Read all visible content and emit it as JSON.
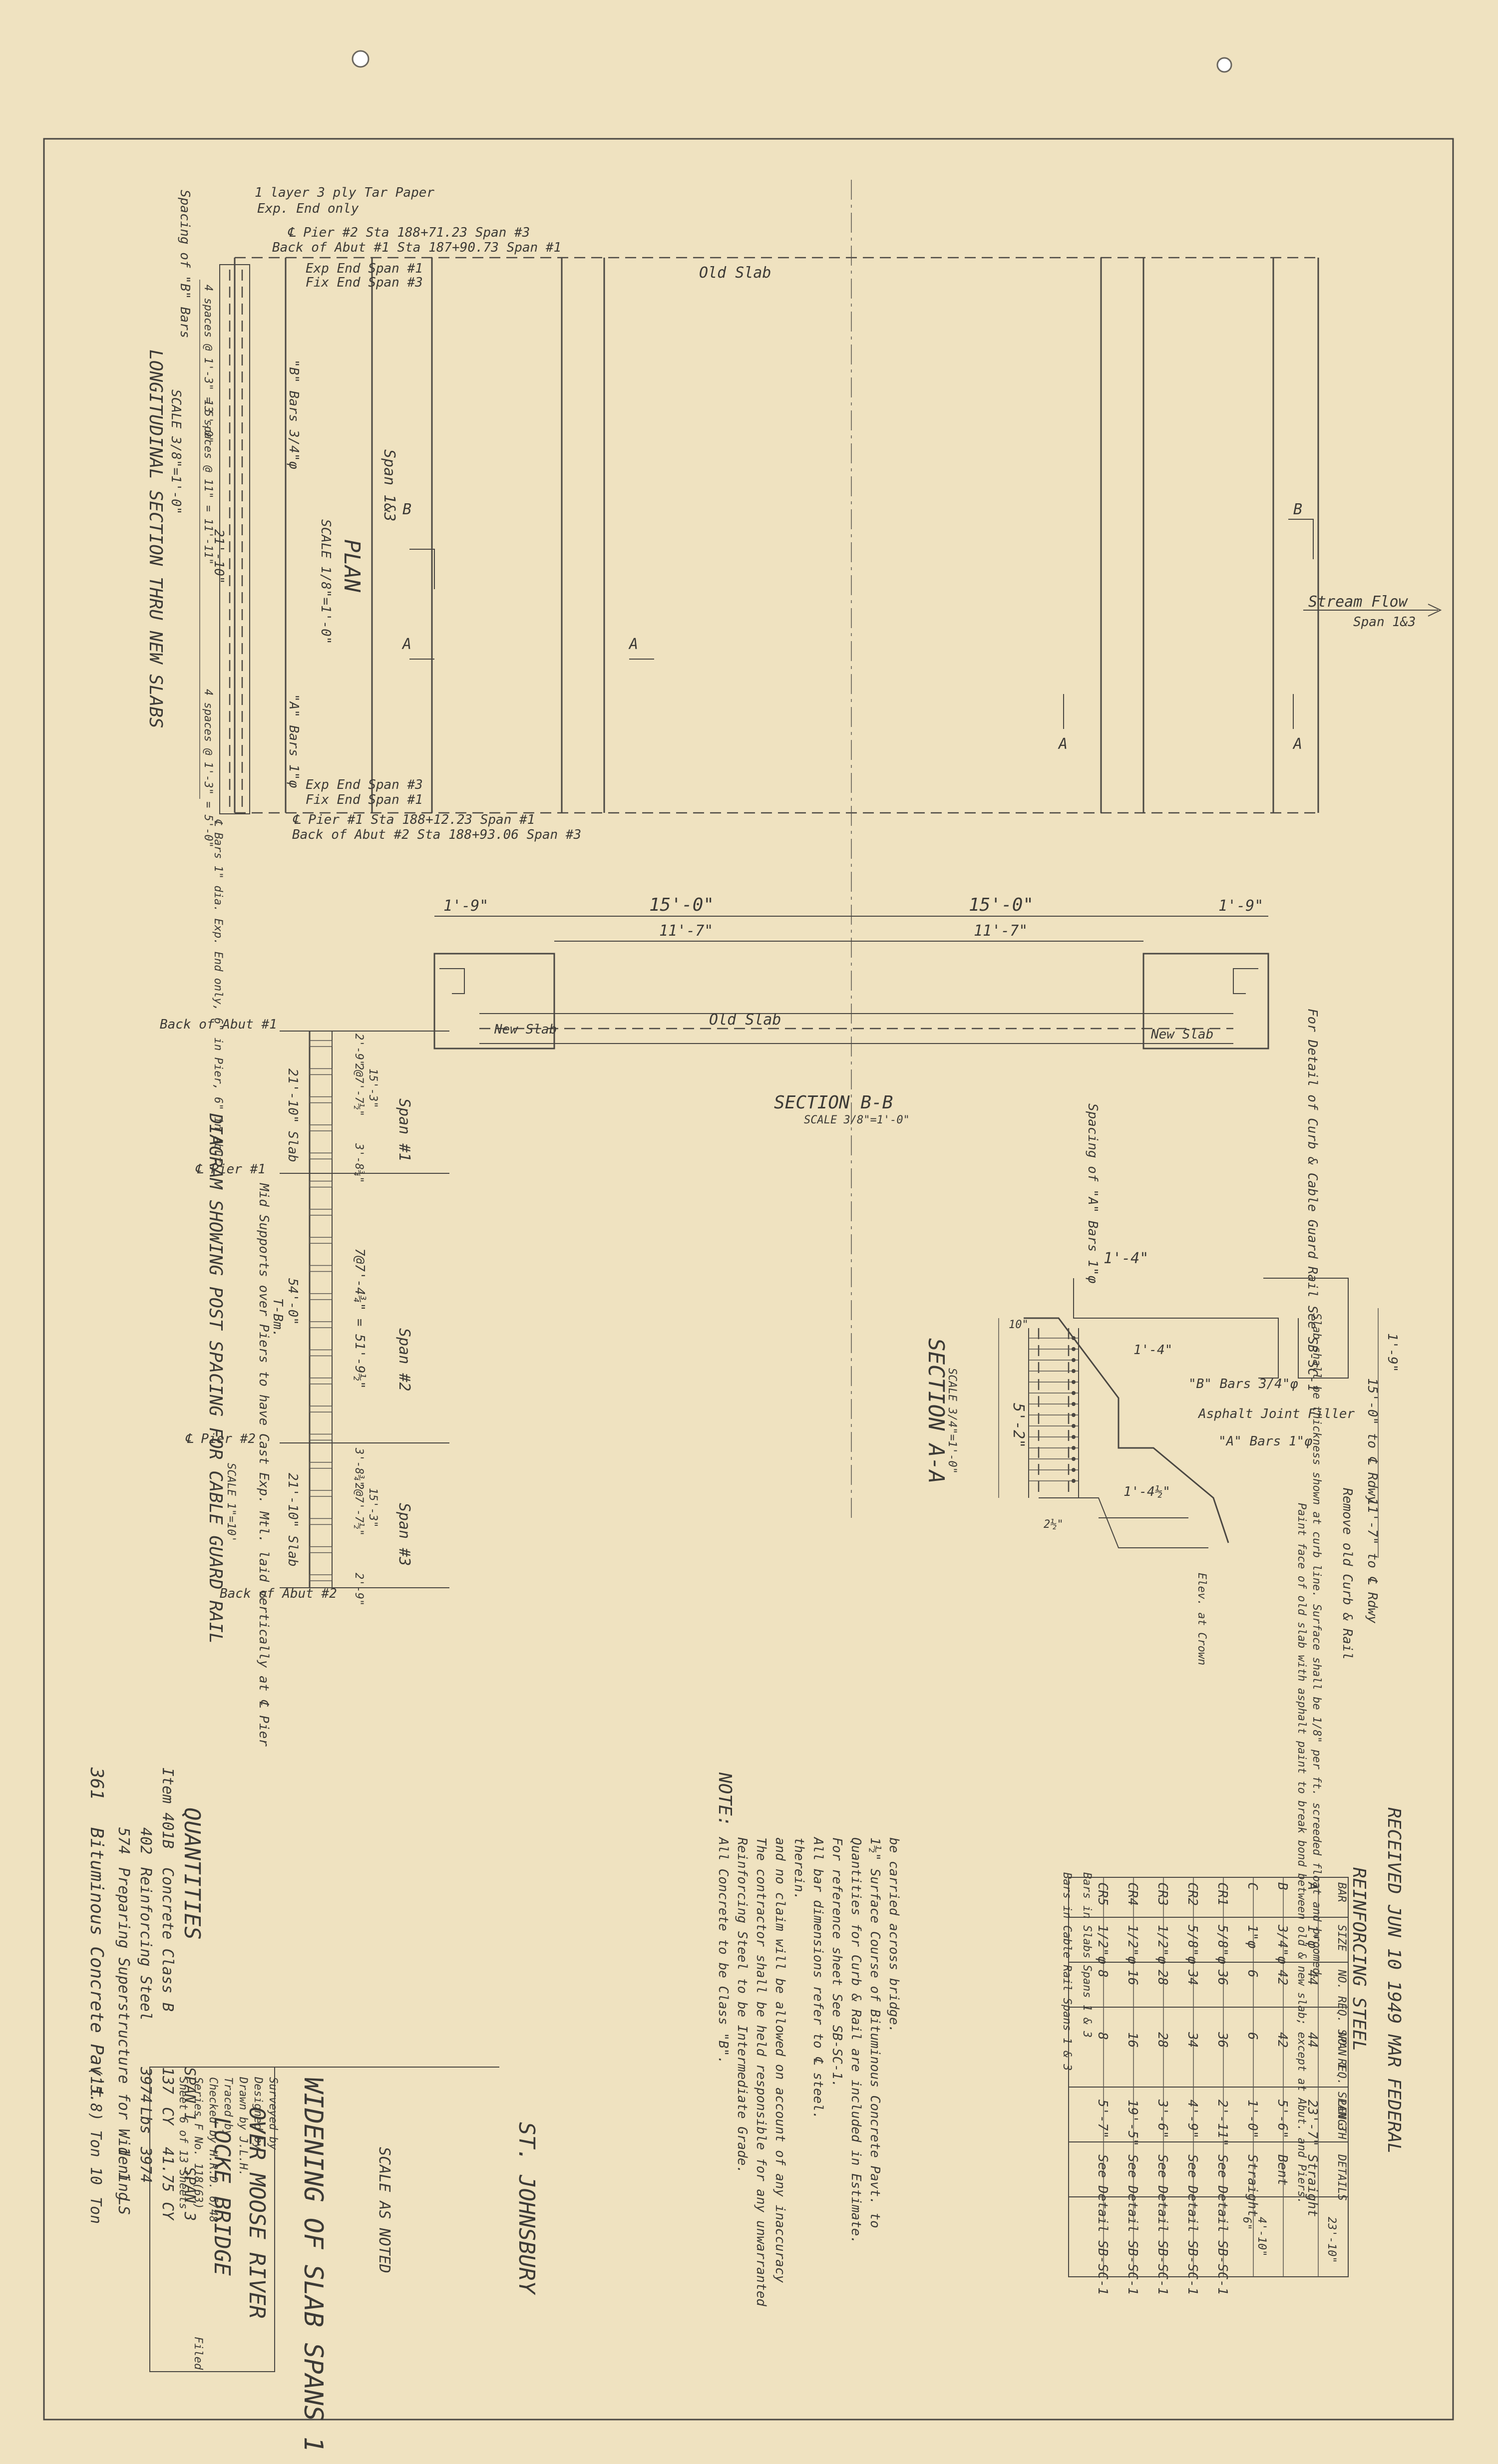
{
  "stamp": "RECEIVED JUN 10 1949 MAR FEDERAL",
  "plan": {
    "title": "PLAN",
    "scale": "SCALE 1/8\"=1'-0\"",
    "old_slab": "Old Slab",
    "stream_flow": "Stream Flow",
    "span_13": "Span 1&3",
    "span_13_b": "Span 1&3",
    "exp_end_span1": "Exp End Span #1",
    "fix_end_span3": "Fix End Span #3",
    "exp_end_span3": "Exp End Span #3",
    "fix_end_span1": "Fix End Span #1",
    "pier2_top": "℄ Pier #2 Sta 188+71.23 Span #3",
    "abut1_top": "Back of Abut #1 Sta 187+90.73 Span #1",
    "pier1_bot": "℄ Pier #1 Sta 188+12.23 Span #1",
    "abut2_bot": "Back of Abut #2 Sta 188+93.06 Span #3",
    "cut_b": "B",
    "cut_a": "A"
  },
  "long_section": {
    "title": "LONGITUDINAL SECTION THRU NEW SLABS",
    "scale": "SCALE 3/8\"=1'-0\"",
    "tar_paper": "1 layer 3 ply Tar Paper",
    "exp_end_only": "Exp. End only",
    "spacing_b": "Spacing of \"B\" Bars",
    "spaces_1": "4 spaces @ 1'-3\" = 5'-0\"",
    "spaces_2": "13 spaces @ 11\" = 11'-11\"",
    "spaces_3": "4 spaces @ 1'-3\" = 5'-0\"",
    "length": "21'-10\"",
    "b_bars": "\"B\" Bars 3/4\"φ",
    "a_bars": "\"A\" Bars 1\"φ",
    "bot_note": "℄ Bars 1\" dia. Exp. End only, 6\" in Pier, 6\" in Abut"
  },
  "section_bb": {
    "title": "SECTION B-B",
    "scale": "SCALE 3/8\"=1'-0\"",
    "dim_left": "1'-9\"",
    "dim_15_left": "15'-0\"",
    "dim_15_right": "15'-0\"",
    "dim_right": "1'-9\"",
    "dim_11_left": "11'-7\"",
    "dim_11_right": "11'-7\"",
    "old_slab": "Old Slab",
    "new_slab_left": "New Slab",
    "new_slab_right": "New Slab",
    "curb_note": "For Detail of Curb & Cable Guard Rail See SB-SC-1"
  },
  "post_diagram": {
    "title": "DIAGRAM SHOWING POST SPACING FOR CABLE GUARD RAIL",
    "scale": "SCALE 1\"=10'",
    "back_abut_1": "Back of Abut #1",
    "pier_1": "℄ Pier #1",
    "pier_2": "℄ Pier #2",
    "back_abut_2": "Back of Abut #2",
    "slab_1": "21'-10\" Slab",
    "slab_3": "21'-10\" Slab",
    "mid_len": "54'-0\"",
    "mid_beam": "T-Bm.",
    "span_1": "Span #1",
    "span_2": "Span #2",
    "span_3": "Span #3",
    "sp1_a": "2'-9\"",
    "sp1_b": "2@7'-7½\"",
    "sp1_c": "15'-3\"",
    "sp1_d": "3'-8¾\"",
    "sp2": "7@7'-4¾\" = 51'-9½\"",
    "sp3_a": "3'-8¾\"",
    "sp3_b": "2@7'-7½\"",
    "sp3_c": "15'-3\"",
    "sp3_d": "2'-9\"",
    "mid_note": "Mid Supports over Piers to have Cast Exp. Mtl. laid vertically at ℄ Pier"
  },
  "section_aa": {
    "title": "SECTION A-A",
    "scale": "SCALE 3/4\"=1'-0\"",
    "spacing_a": "Spacing of \"A\" Bars 1\"φ",
    "dim_14": "1'-4\"",
    "dim_52": "5'-2\"",
    "dim_14b": "1'-4\"",
    "dim_14c": "1'-4½\"",
    "dim_19": "1'-9\"",
    "dim_10": "10\"",
    "dim_2": "2½\"",
    "b_bars": "\"B\" Bars 3/4\"φ",
    "a_bars": "\"A\" Bars 1\"φ",
    "asphalt": "Asphalt Joint Filler",
    "roadway_15": "15'-0\" to ℄ Rdwy",
    "roadway_11": "11'-7\" to ℄ Rdwy",
    "slab_note": "Slab shall be thickness shown at curb line. Surface shall be 1/8\" per ft. screeded float and broomed.",
    "remove_note": "Remove old Curb & Rail",
    "paint_note": "Paint face of old slab with asphalt paint to break bond between old & new slab; except at Abut. and Piers.",
    "elev_crown": "Elev. at Crown"
  },
  "notes": {
    "heading": "NOTE:",
    "lines": [
      "All Concrete to be Class \"B\".",
      "Reinforcing Steel to be Intermediate Grade.",
      "The contractor shall be held responsible for any unwarranted",
      "and no claim will be allowed on account of any inaccuracy",
      "therein.",
      "All bar dimensions refer to ℄ steel.",
      "For reference sheet See SB-SC-1.",
      "Quantities for Curb & Rail are included in Estimate.",
      "1½\" Surface Course of Bituminous Concrete Pavt. to",
      "be carried across bridge."
    ]
  },
  "quantities": {
    "heading": "QUANTITIES",
    "col_a": "SPAN 1",
    "col_b": "SPAN 3",
    "rows": [
      {
        "item": "Item 401B",
        "desc": "Concrete Class B",
        "a": "137",
        "b": "CY",
        "c": "41.75",
        "d": "CY"
      },
      {
        "item": "402",
        "desc": "Reinforcing Steel",
        "a": "3974",
        "b": "Lbs",
        "c": "3974",
        "d": ""
      },
      {
        "item": "574",
        "desc": "Preparing Superstructure for Widening",
        "a": "1",
        "b": "1",
        "c": "LS",
        "d": ""
      },
      {
        "item": "361",
        "desc": "Bituminous Concrete Pav't",
        "a": "(15.8) Ton",
        "b": "",
        "c": "10",
        "d": "Ton"
      }
    ]
  },
  "title_block": {
    "line1": "WIDENING OF SLAB SPANS 1 & 3",
    "line2": "OVER MOOSE RIVER",
    "line3": "LOCKE BRIDGE",
    "line4": "ST. JOHNSBURY",
    "line5": "SCALE AS NOTED",
    "surveyed": "Surveyed by",
    "designed": "Designed by",
    "drawn": "Drawn by J.L.H.",
    "traced": "Traced by",
    "checked": "Checked by H.R.D. 6/48",
    "series": "Series F No. 118(63)",
    "sheet": "Sheet 6 of 13 Sheets",
    "file": "Filed"
  },
  "steel_table": {
    "title": "REINFORCING STEEL",
    "headers": [
      "BAR",
      "SIZE",
      "NO. REQ. SPAN 1",
      "NO. REQ. SPAN 3",
      "LENGTH",
      "DETAILS"
    ],
    "group_slab": "Bars in Slabs Spans 1 & 3",
    "group_curb": "Bars in Cable Rail Spans 1 & 3",
    "rows": [
      {
        "bar": "A",
        "size": "1\"φ",
        "s1": "44",
        "s3": "44",
        "len": "23'-7\"",
        "det": "Straight"
      },
      {
        "bar": "B",
        "size": "3/4\"φ",
        "s1": "42",
        "s3": "42",
        "len": "5'-6\"",
        "det": "Bent"
      },
      {
        "bar": "C",
        "size": "1\"φ",
        "s1": "6",
        "s3": "6",
        "len": "1'-0\"",
        "det": "Straight"
      },
      {
        "bar": "CR1",
        "size": "5/8\"φ",
        "s1": "36",
        "s3": "36",
        "len": "2'-11\"",
        "det": "See Detail SB-SC-1"
      },
      {
        "bar": "CR2",
        "size": "5/8\"φ",
        "s1": "34",
        "s3": "34",
        "len": "4'-9\"",
        "det": "See Detail SB-SC-1"
      },
      {
        "bar": "CR3",
        "size": "1/2\"φ",
        "s1": "28",
        "s3": "28",
        "len": "3'-6\"",
        "det": "See Detail SB-SC-1"
      },
      {
        "bar": "CR4",
        "size": "1/2\"φ",
        "s1": "16",
        "s3": "16",
        "len": "19'-5\"",
        "det": "See Detail SB-SC-1"
      },
      {
        "bar": "CR5",
        "size": "1/2\"φ",
        "s1": "8",
        "s3": "8",
        "len": "5'-7\"",
        "det": "See Detail SB-SC-1"
      }
    ],
    "det_a_dim": "23'-10\"",
    "det_b_dim": "4'-10\"",
    "det_b_side": "6\""
  }
}
